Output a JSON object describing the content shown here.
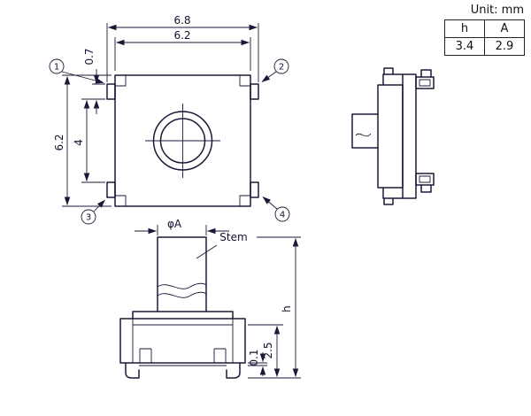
{
  "unit_label": "Unit: mm",
  "spec_table": {
    "headers": [
      "h",
      "A"
    ],
    "rows": [
      [
        "3.4",
        "2.9"
      ]
    ]
  },
  "top_view": {
    "dims": {
      "outer_width": "6.8",
      "body_width": "6.2",
      "body_height": "6.2",
      "terminal_span": "4",
      "terminal_width": "0.7"
    },
    "callouts": [
      "1",
      "2",
      "3",
      "4"
    ]
  },
  "front_view": {
    "stem_label": "Stem",
    "dims": {
      "stem_dia": "φA",
      "height": "h",
      "base_height": "2.5",
      "standoff": "0.1"
    }
  }
}
